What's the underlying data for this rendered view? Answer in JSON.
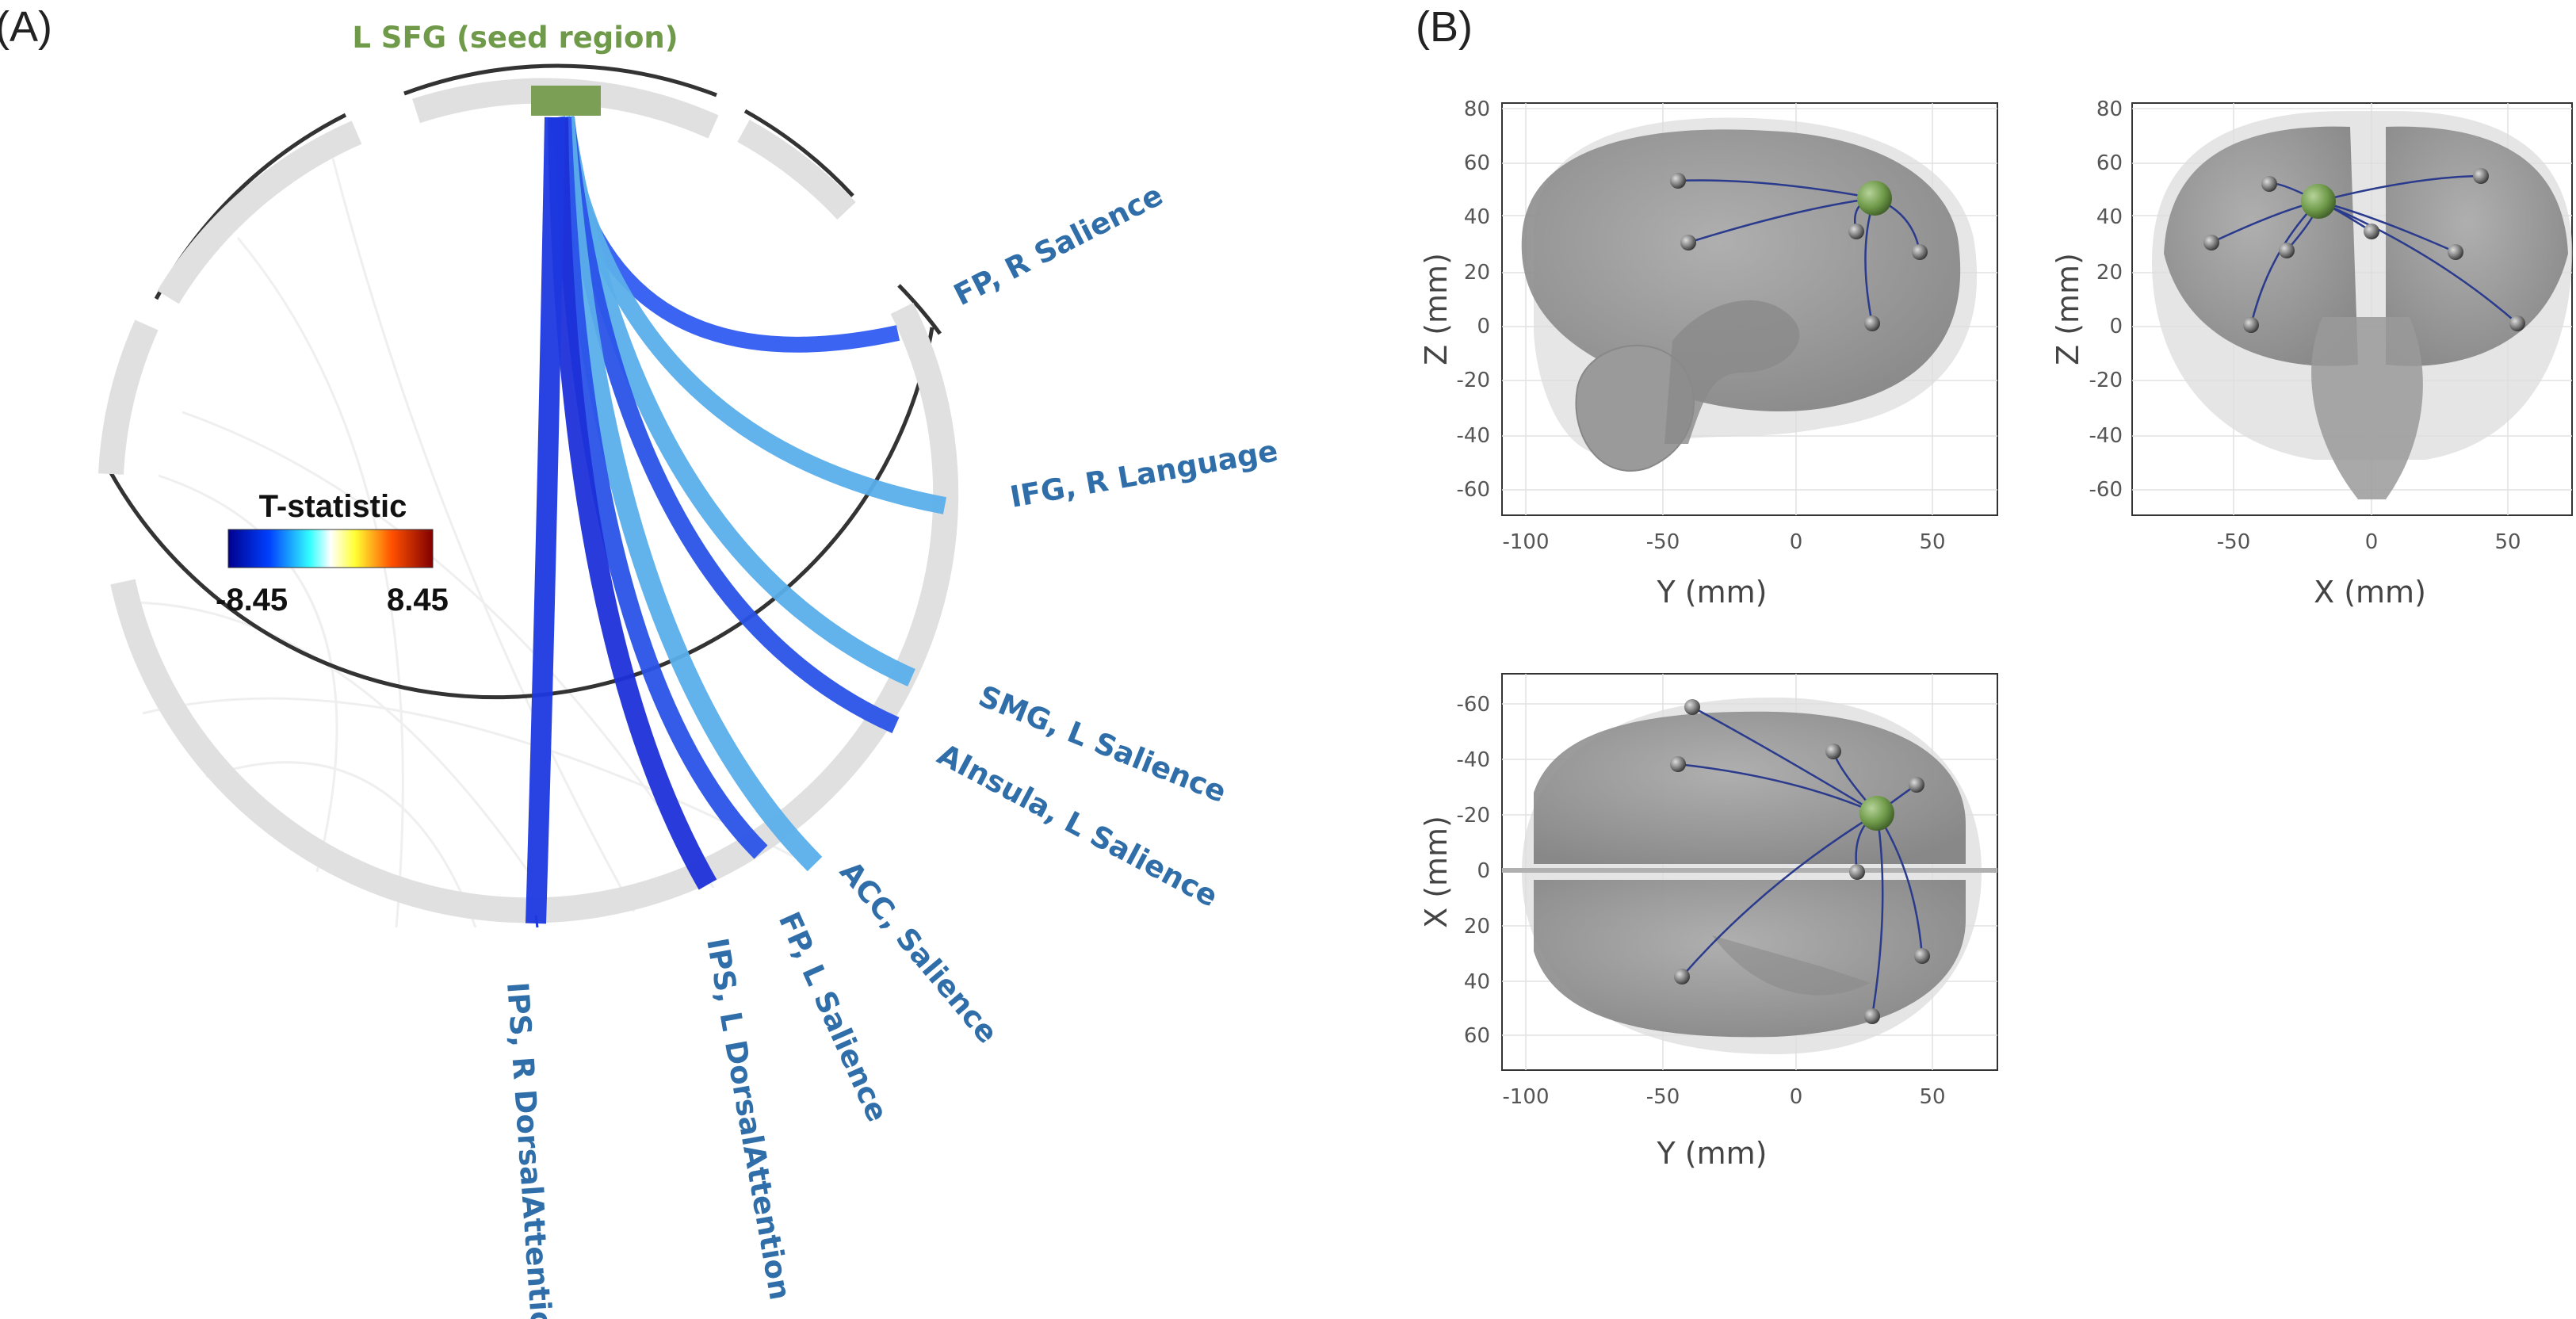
{
  "panels": {
    "a_label": "(A)",
    "b_label": "(B)"
  },
  "connectogram": {
    "seed_label": "L SFG (seed region)",
    "colorbar": {
      "title": "T-statistic",
      "min_label": "-8.45",
      "max_label": "8.45"
    },
    "connections": [
      {
        "name": "FP, R Salience",
        "color": "#2f5cf0"
      },
      {
        "name": "IFG, R Language",
        "color": "#5aaeea"
      },
      {
        "name": "SMG, L Salience",
        "color": "#5aaeea"
      },
      {
        "name": "AInsula, L Salience",
        "color": "#2a52e8"
      },
      {
        "name": "ACC, Salience",
        "color": "#5aaeea"
      },
      {
        "name": "FP, L Salience",
        "color": "#2a52e8"
      },
      {
        "name": "IPS, L DorsalAttention",
        "color": "#1d30d8"
      },
      {
        "name": "IPS, R DorsalAttention",
        "color": "#1d38e0"
      }
    ],
    "colors": {
      "seed": "#7a9f55",
      "ring": "#e0e0e0",
      "label": "#2f6ea8"
    }
  },
  "glass_brain": {
    "sagittal": {
      "xlabel": "Y (mm)",
      "ylabel": "Z (mm)",
      "xticks": [
        "-100",
        "-50",
        "0",
        "50"
      ],
      "yticks": [
        "80",
        "60",
        "40",
        "20",
        "0",
        "-20",
        "-40",
        "-60"
      ]
    },
    "coronal": {
      "xlabel": "X (mm)",
      "ylabel": "Z (mm)",
      "xticks": [
        "-50",
        "0",
        "50"
      ],
      "yticks": [
        "80",
        "60",
        "40",
        "20",
        "0",
        "-20",
        "-40",
        "-60"
      ]
    },
    "axial": {
      "xlabel": "Y (mm)",
      "ylabel": "X (mm)",
      "xticks": [
        "-100",
        "-50",
        "0",
        "50"
      ],
      "yticks": [
        "-60",
        "-40",
        "-20",
        "0",
        "20",
        "40",
        "60"
      ]
    },
    "colors": {
      "seed_node": "#7a9f55",
      "edge": "#2a3a8c",
      "node": "#777777"
    }
  }
}
